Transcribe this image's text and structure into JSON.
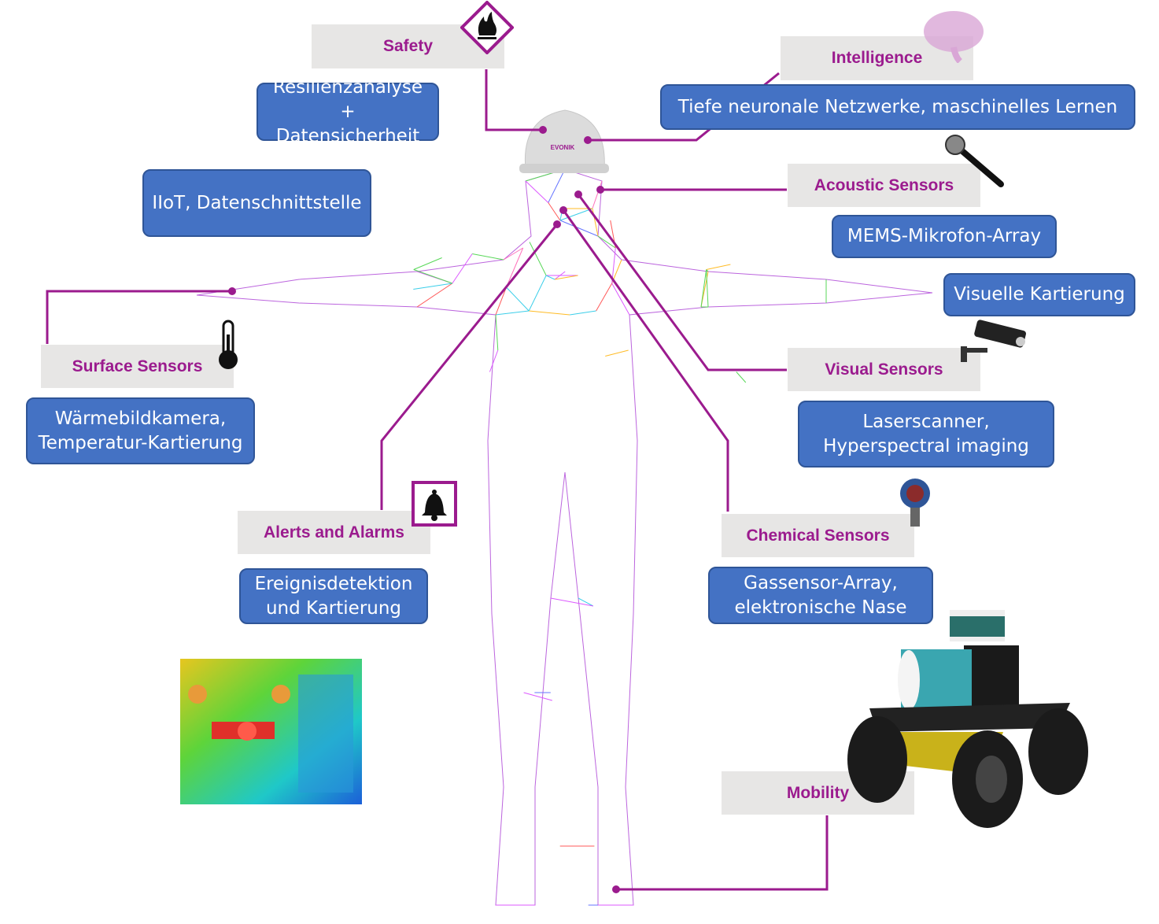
{
  "colors": {
    "accent": "#9b1b8e",
    "box": "#4472c4",
    "label_bg": "#e7e6e5"
  },
  "categories": {
    "safety": "Safety",
    "intelligence": "Intelligence",
    "acoustic": "Acoustic Sensors",
    "surface": "Surface Sensors",
    "visual": "Visual Sensors",
    "alerts": "Alerts and Alarms",
    "chemical": "Chemical Sensors",
    "mobility": "Mobility"
  },
  "descriptions": {
    "safety": [
      "Resilienzanalyse +",
      "Datensicherheit"
    ],
    "intelligence": "Tiefe neuronale Netzwerke, maschinelles Lernen",
    "iiot": "IIoT, Datenschnittstelle",
    "acoustic": "MEMS-Mikrofon-Array",
    "mapping": "Visuelle Kartierung",
    "surface": [
      "Wärmebildkamera,",
      "Temperatur-Kartierung"
    ],
    "visual": [
      "Laserscanner,",
      "Hyperspectral imaging"
    ],
    "alerts": [
      "Ereignisdetektion",
      "und Kartierung"
    ],
    "chemical": [
      "Gassensor-Array,",
      "elektronische Nase"
    ]
  },
  "helmet_logo": "EVONIK",
  "icons": [
    "flame-hazard-icon",
    "brain-icon",
    "microphone-icon",
    "thermometer-icon",
    "security-camera-icon",
    "bell-icon",
    "gas-detector-icon",
    "robot-rover-icon",
    "thermal-image",
    "wireframe-human",
    "helmet"
  ]
}
